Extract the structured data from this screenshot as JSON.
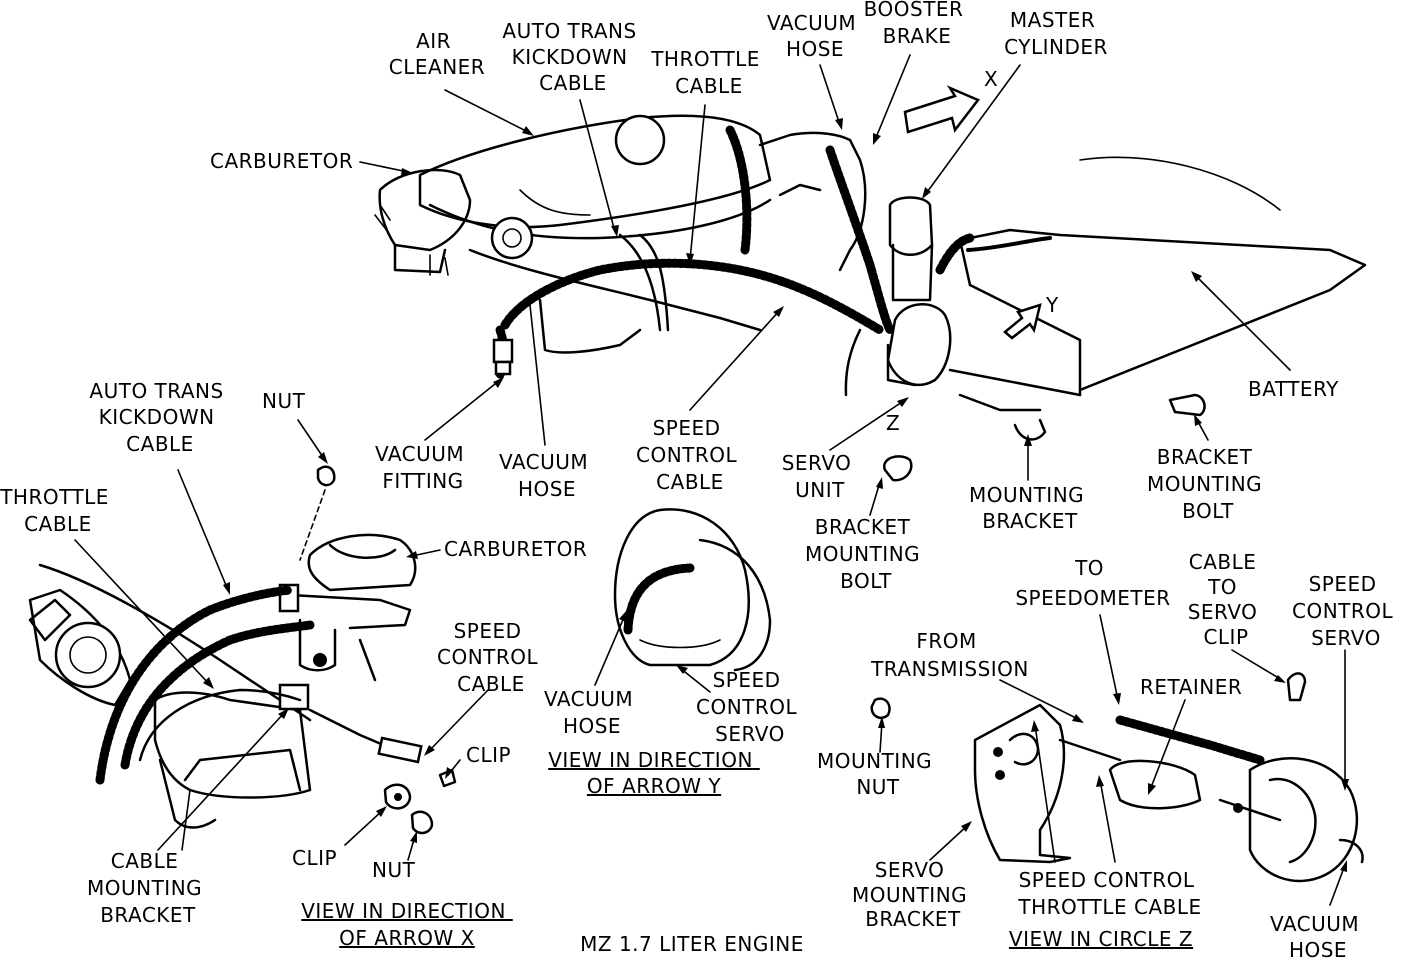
{
  "top_view": {
    "labels": {
      "air_cleaner": [
        "AIR",
        "CLEANER"
      ],
      "auto_trans_kickdown_cable": [
        "AUTO TRANS",
        "KICKDOWN",
        "CABLE"
      ],
      "throttle_cable": [
        "THROTTLE",
        "CABLE"
      ],
      "vacuum_hose_top": [
        "VACUUM",
        "HOSE"
      ],
      "booster_brake": [
        "BOOSTER",
        "BRAKE"
      ],
      "master_cylinder": [
        "MASTER",
        "CYLINDER"
      ],
      "arrow_x": "X",
      "arrow_y": "Y",
      "carburetor": "CARBURETOR",
      "battery": "BATTERY",
      "vacuum_fitting": [
        "VACUUM",
        "FITTING"
      ],
      "vacuum_hose_mid": [
        "VACUUM",
        "HOSE"
      ],
      "speed_control_cable": [
        "SPEED",
        "CONTROL",
        "CABLE"
      ],
      "servo_unit": [
        "SERVO",
        "UNIT"
      ],
      "circle_z": "Z",
      "mounting_bracket": [
        "MOUNTING",
        "BRACKET"
      ],
      "bracket_mounting_bolt_right": [
        "BRACKET",
        "MOUNTING",
        "BOLT"
      ],
      "bracket_mounting_bolt_center": [
        "BRACKET",
        "MOUNTING",
        "BOLT"
      ]
    }
  },
  "view_x": {
    "labels": {
      "auto_trans_kickdown_cable": [
        "AUTO TRANS",
        "KICKDOWN",
        "CABLE"
      ],
      "nut_top": "NUT",
      "throttle_cable": [
        "THROTTLE",
        "CABLE"
      ],
      "carburetor": "CARBURETOR",
      "speed_control_cable": [
        "SPEED",
        "CONTROL",
        "CABLE"
      ],
      "clip_right": "CLIP",
      "clip_left": "CLIP",
      "nut_bottom": "NUT",
      "cable_mounting_bracket": [
        "CABLE",
        "MOUNTING",
        "BRACKET"
      ]
    },
    "caption": [
      "VIEW IN DIRECTION",
      "OF ARROW X"
    ]
  },
  "view_y": {
    "labels": {
      "vacuum_hose": [
        "VACUUM",
        "HOSE"
      ],
      "speed_control_servo": [
        "SPEED",
        "CONTROL",
        "SERVO"
      ]
    },
    "caption": [
      "VIEW IN DIRECTION",
      "OF ARROW Y"
    ]
  },
  "view_z": {
    "labels": {
      "mounting_nut": [
        "MOUNTING",
        "NUT"
      ],
      "to_speedometer": [
        "TO",
        "SPEEDOMETER"
      ],
      "cable_to_servo_clip": [
        "CABLE",
        "TO",
        "SERVO",
        "CLIP"
      ],
      "speed_control_servo": [
        "SPEED",
        "CONTROL",
        "SERVO"
      ],
      "from_transmission": [
        "FROM",
        "TRANSMISSION"
      ],
      "retainer": "RETAINER",
      "servo_mounting_bracket": [
        "SERVO",
        "MOUNTING",
        "BRACKET"
      ],
      "speed_control_throttle_cable": [
        "SPEED CONTROL",
        "THROTTLE CABLE"
      ],
      "vacuum_hose": [
        "VACUUM",
        "HOSE"
      ]
    },
    "caption": "VIEW IN CIRCLE Z"
  },
  "engine_caption": "MZ 1.7 LITER ENGINE"
}
